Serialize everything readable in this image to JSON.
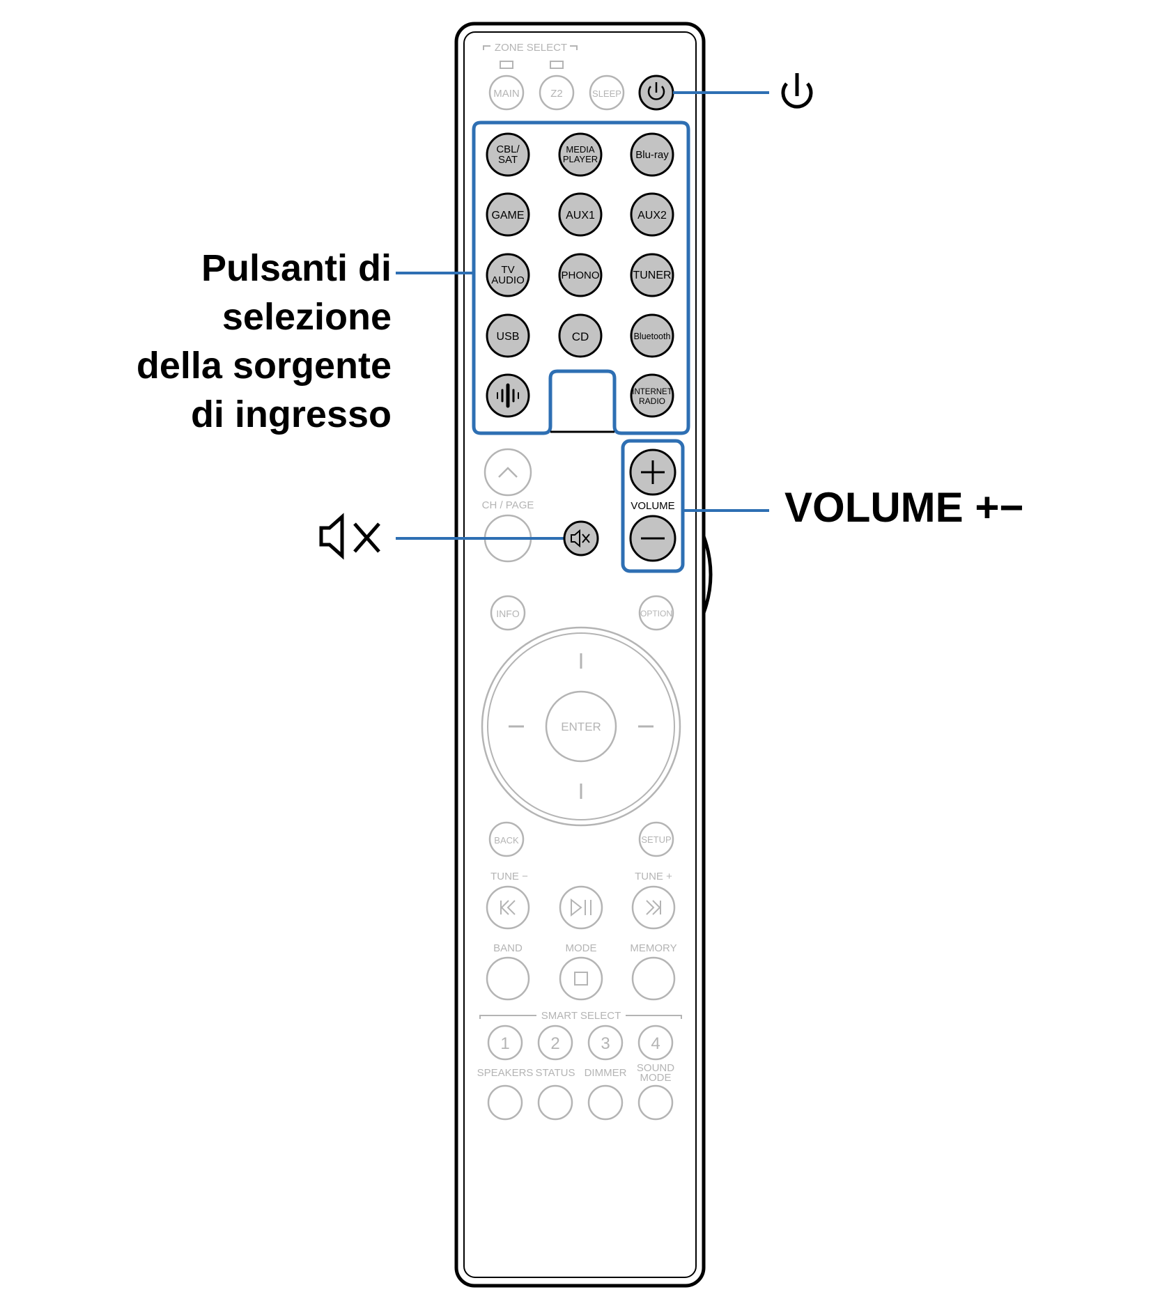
{
  "remote": {
    "zone_select": "ZONE SELECT",
    "zone_buttons": [
      "MAIN",
      "Z2",
      "SLEEP"
    ],
    "source_buttons": [
      [
        "CBL/",
        "SAT"
      ],
      [
        "MEDIA",
        "PLAYER"
      ],
      [
        "Blu-ray"
      ],
      [
        "GAME"
      ],
      [
        "AUX1"
      ],
      [
        "AUX2"
      ],
      [
        "TV",
        "AUDIO"
      ],
      [
        "PHONO"
      ],
      [
        "TUNER"
      ],
      [
        "USB"
      ],
      [
        "CD"
      ],
      [
        "Bluetooth"
      ],
      [
        "INTERNET",
        "RADIO"
      ]
    ],
    "ch_page": "CH / PAGE",
    "volume": "VOLUME",
    "info": "INFO",
    "option": "OPTION",
    "enter": "ENTER",
    "back": "BACK",
    "setup": "SETUP",
    "tune_minus": "TUNE −",
    "tune_plus": "TUNE +",
    "band": "BAND",
    "mode": "MODE",
    "memory": "MEMORY",
    "smart_select": "SMART SELECT",
    "smart_numbers": [
      "1",
      "2",
      "3",
      "4"
    ],
    "speakers": "SPEAKERS",
    "status": "STATUS",
    "dimmer": "DIMMER",
    "sound_mode": [
      "SOUND",
      "MODE"
    ]
  },
  "callouts": {
    "source_selection": [
      "Pulsanti di",
      "selezione",
      "della sorgente",
      "di ingresso"
    ],
    "volume": "VOLUME +−"
  },
  "colors": {
    "highlight": "#2e6fb3",
    "active_button": "#c3c3c3",
    "inactive": "#b4b4b4"
  }
}
